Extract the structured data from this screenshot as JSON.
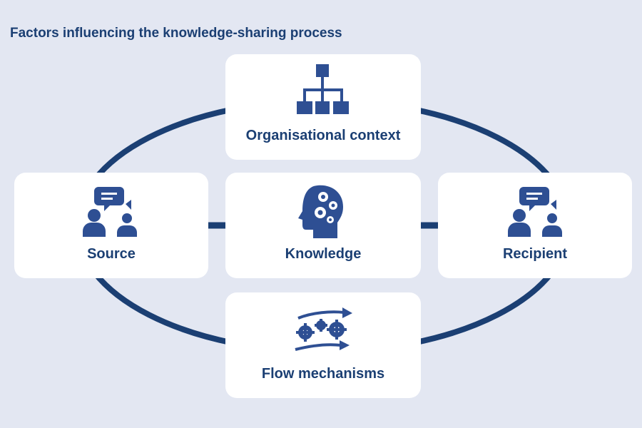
{
  "header": {
    "title": "Factors influencing the knowledge-sharing process"
  },
  "nodes": {
    "context": {
      "label": "Organisational context",
      "icon": "org-chart-icon"
    },
    "source": {
      "label": "Source",
      "icon": "conversation-icon"
    },
    "knowledge": {
      "label": "Knowledge",
      "icon": "head-gears-icon"
    },
    "recipient": {
      "label": "Recipient",
      "icon": "conversation-icon"
    },
    "flow": {
      "label": "Flow mechanisms",
      "icon": "gears-arrows-icon"
    }
  },
  "colors": {
    "background": "#e3e7f2",
    "primary": "#1b3f73",
    "icon": "#2e4f93",
    "card": "#ffffff"
  }
}
